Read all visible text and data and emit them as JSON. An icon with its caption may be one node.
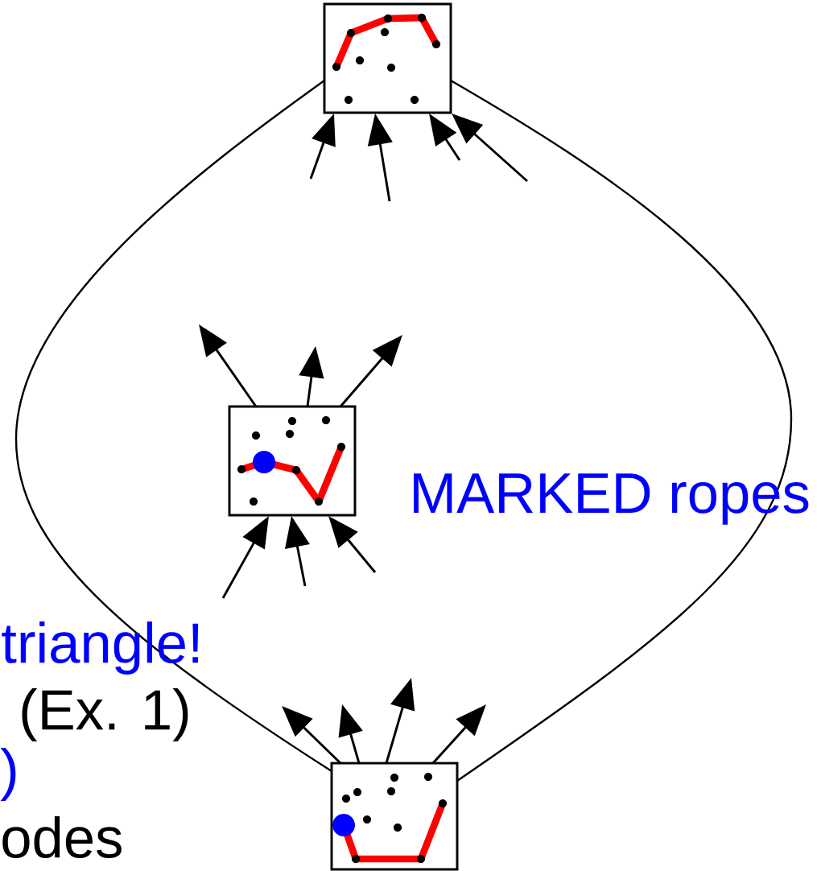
{
  "diagram": {
    "nodes": [
      {
        "text": [],
        "shape": "box"
      },
      {
        "text": [],
        "shape": "box"
      },
      {
        "text": [],
        "shape": "box"
      }
    ],
    "edges": [
      {
        "from": 2,
        "to": 0,
        "arrow": "none"
      },
      {
        "from": 2,
        "to": 0,
        "arrow": "none"
      },
      {
        "from": null,
        "to": 0,
        "arrow": "to"
      },
      {
        "from": null,
        "to": 0,
        "arrow": "to"
      },
      {
        "from": null,
        "to": 0,
        "arrow": "to"
      },
      {
        "from": null,
        "to": 0,
        "arrow": "to"
      },
      {
        "from": 1,
        "to": null,
        "arrow": "to"
      },
      {
        "from": 1,
        "to": null,
        "arrow": "to"
      },
      {
        "from": 1,
        "to": null,
        "arrow": "to"
      },
      {
        "from": null,
        "to": 1,
        "arrow": "to"
      },
      {
        "from": null,
        "to": 1,
        "arrow": "to"
      },
      {
        "from": null,
        "to": 1,
        "arrow": "to"
      },
      {
        "from": 2,
        "to": null,
        "arrow": "to"
      },
      {
        "from": 2,
        "to": null,
        "arrow": "to"
      },
      {
        "from": 2,
        "to": null,
        "arrow": "to"
      },
      {
        "from": 2,
        "to": null,
        "arrow": "to"
      }
    ],
    "labels": [
      "MARKED ropes",
      "triangle!",
      "(Ex. 1)",
      ")",
      "odes"
    ]
  }
}
